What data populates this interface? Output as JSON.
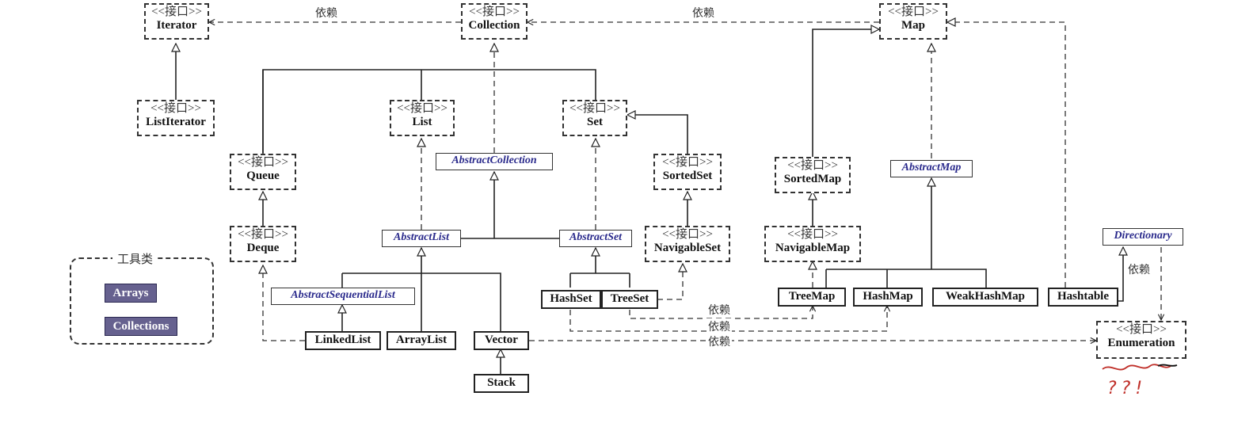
{
  "stereotype": "<<接口>>",
  "interfaces": {
    "iterator": "Iterator",
    "collection": "Collection",
    "map": "Map",
    "list_iterator": "ListIterator",
    "list": "List",
    "set": "Set",
    "queue": "Queue",
    "deque": "Deque",
    "sorted_set": "SortedSet",
    "navigable_set": "NavigableSet",
    "sorted_map": "SortedMap",
    "navigable_map": "NavigableMap",
    "enumeration": "Enumeration"
  },
  "abstract_classes": {
    "abstract_collection": "AbstractCollection",
    "abstract_list": "AbstractList",
    "abstract_set": "AbstractSet",
    "abstract_sequential_list": "AbstractSequentialList",
    "abstract_map": "AbstractMap",
    "directionary": "Directionary"
  },
  "classes": {
    "linked_list": "LinkedList",
    "array_list": "ArrayList",
    "vector": "Vector",
    "stack": "Stack",
    "hash_set": "HashSet",
    "tree_set": "TreeSet",
    "tree_map": "TreeMap",
    "hash_map": "HashMap",
    "weak_hash_map": "WeakHashMap",
    "hashtable": "Hashtable"
  },
  "labels": {
    "dependency": "依赖"
  },
  "legend": {
    "title": "工具类",
    "items": [
      "Arrays",
      "Collections"
    ]
  },
  "annotation": "??!",
  "colors": {
    "line": "#222222",
    "abstract_text": "#2a2a8c",
    "util_fill": "#66618f",
    "annotation": "#c0302a"
  }
}
